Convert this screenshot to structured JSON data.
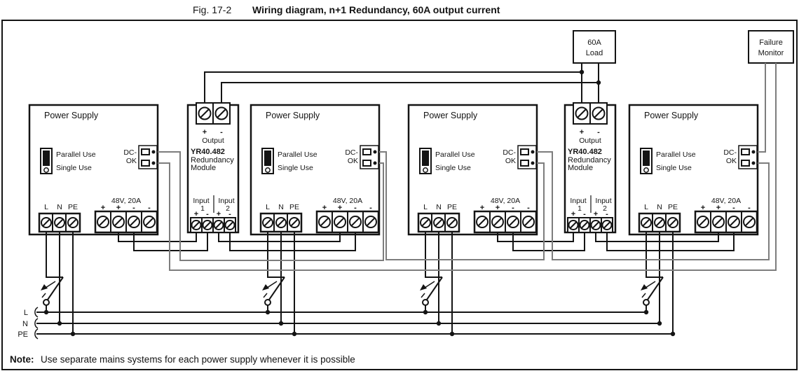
{
  "title": {
    "fig": "Fig. 17-2",
    "text": "Wiring diagram, n+1 Redundancy, 60A output current"
  },
  "note": {
    "label": "Note:",
    "text": "Use separate mains systems for each power supply whenever it is possible"
  },
  "power_supply": {
    "title": "Power Supply",
    "parallel": "Parallel Use",
    "single": "Single Use",
    "dc_line1": "DC-",
    "dc_line2": "OK",
    "rating": "48V, 20A",
    "plus": "+",
    "minus": "-",
    "l": "L",
    "n": "N",
    "pe": "PE"
  },
  "redundancy_module": {
    "model": "YR40.482",
    "name_line1": "Redundancy",
    "name_line2": "Module",
    "output_label": "Output",
    "input_label": "Input",
    "input1": "1",
    "input2": "2",
    "plus": "+",
    "minus": "-"
  },
  "load": {
    "line1": "60A",
    "line2": "Load"
  },
  "failure_monitor": {
    "line1": "Failure",
    "line2": "Monitor"
  },
  "mains": {
    "l": "L",
    "n": "N",
    "pe": "PE"
  },
  "colors": {
    "wire": "#141414",
    "signal_wire": "#7d7d7d"
  }
}
